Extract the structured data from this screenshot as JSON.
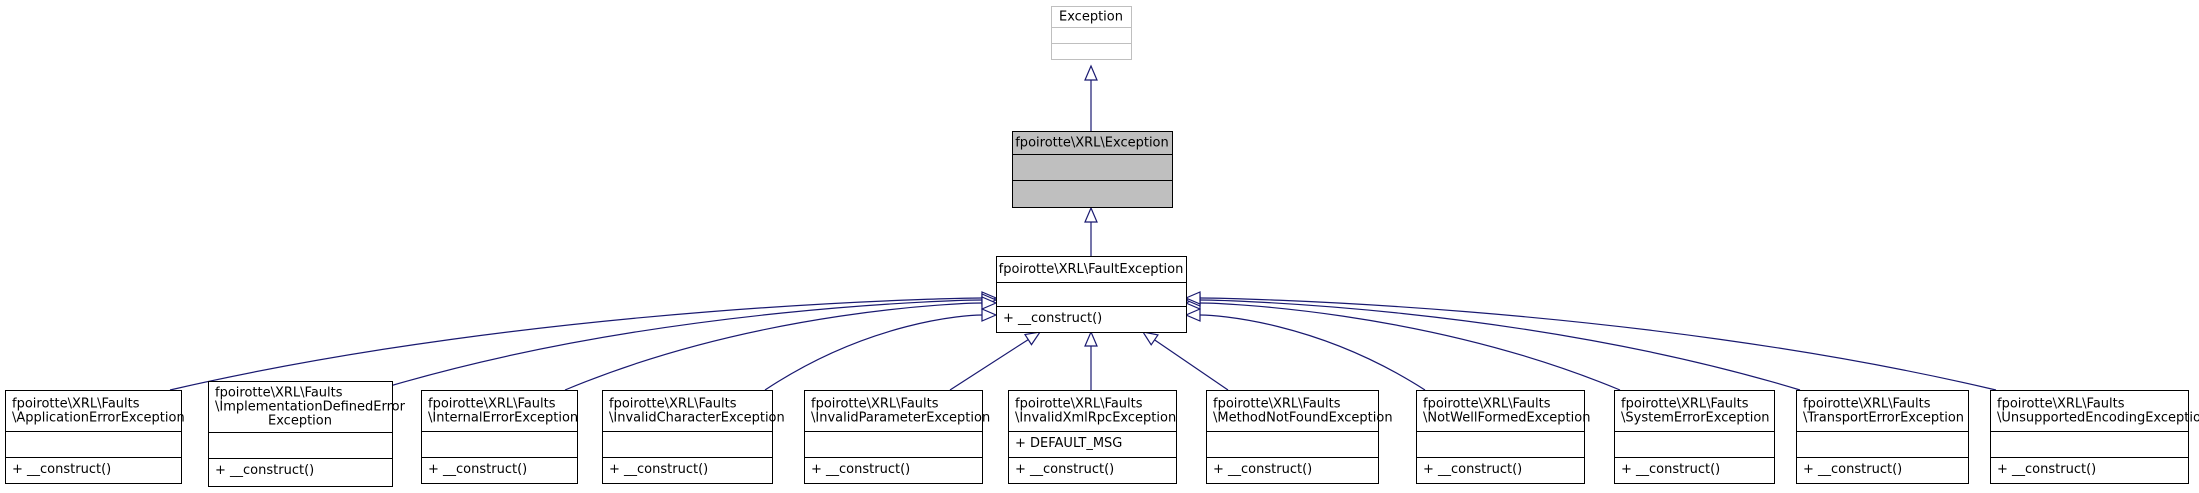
{
  "diagram": {
    "root": {
      "lines": [
        "Exception"
      ],
      "attributes": [],
      "methods": []
    },
    "base": {
      "lines": [
        "fpoirotte\\XRL\\Exception"
      ],
      "attributes": [],
      "methods": []
    },
    "fault": {
      "lines": [
        "fpoirotte\\XRL\\FaultException"
      ],
      "attributes": [],
      "methods": [
        "+ __construct()"
      ]
    },
    "children": [
      {
        "lines": [
          "fpoirotte\\XRL\\Faults",
          "\\ApplicationErrorException"
        ],
        "attributes": [],
        "methods": [
          "+ __construct()"
        ]
      },
      {
        "lines": [
          "fpoirotte\\XRL\\Faults",
          "\\ImplementationDefinedError",
          "Exception"
        ],
        "attributes": [],
        "methods": [
          "+ __construct()"
        ]
      },
      {
        "lines": [
          "fpoirotte\\XRL\\Faults",
          "\\InternalErrorException"
        ],
        "attributes": [],
        "methods": [
          "+ __construct()"
        ]
      },
      {
        "lines": [
          "fpoirotte\\XRL\\Faults",
          "\\InvalidCharacterException"
        ],
        "attributes": [],
        "methods": [
          "+ __construct()"
        ]
      },
      {
        "lines": [
          "fpoirotte\\XRL\\Faults",
          "\\InvalidParameterException"
        ],
        "attributes": [],
        "methods": [
          "+ __construct()"
        ]
      },
      {
        "lines": [
          "fpoirotte\\XRL\\Faults",
          "\\InvalidXmlRpcException"
        ],
        "attributes": [
          "+ DEFAULT_MSG"
        ],
        "methods": [
          "+ __construct()"
        ]
      },
      {
        "lines": [
          "fpoirotte\\XRL\\Faults",
          "\\MethodNotFoundException"
        ],
        "attributes": [],
        "methods": [
          "+ __construct()"
        ]
      },
      {
        "lines": [
          "fpoirotte\\XRL\\Faults",
          "\\NotWellFormedException"
        ],
        "attributes": [],
        "methods": [
          "+ __construct()"
        ]
      },
      {
        "lines": [
          "fpoirotte\\XRL\\Faults",
          "\\SystemErrorException"
        ],
        "attributes": [],
        "methods": [
          "+ __construct()"
        ]
      },
      {
        "lines": [
          "fpoirotte\\XRL\\Faults",
          "\\TransportErrorException"
        ],
        "attributes": [],
        "methods": [
          "+ __construct()"
        ]
      },
      {
        "lines": [
          "fpoirotte\\XRL\\Faults",
          "\\UnsupportedEncodingException"
        ],
        "attributes": [],
        "methods": [
          "+ __construct()"
        ]
      }
    ],
    "colors": {
      "edge": "#191970",
      "border": "#000000",
      "root_border": "#bfbfbf",
      "highlight_fill": "#bfbfbf",
      "fill": "#ffffff"
    }
  }
}
